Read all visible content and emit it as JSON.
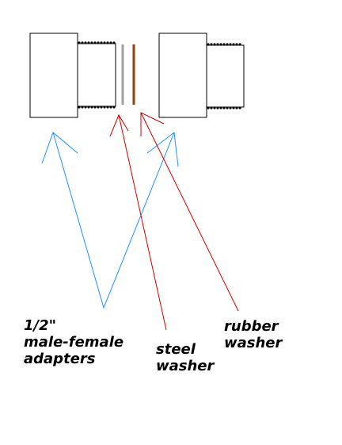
{
  "labels": {
    "adapters": [
      "1/2\"",
      "male-female",
      "adapters"
    ],
    "steel_washer": [
      "steel",
      "washer"
    ],
    "rubber_washer": [
      "rubber",
      "washer"
    ]
  },
  "colors": {
    "outline": "#000000",
    "steel_washer": "#a0a0a0",
    "rubber_washer": "#8b4513",
    "adapter_arrow": "#1e90ff",
    "washer_arrow": "#cc0000"
  }
}
